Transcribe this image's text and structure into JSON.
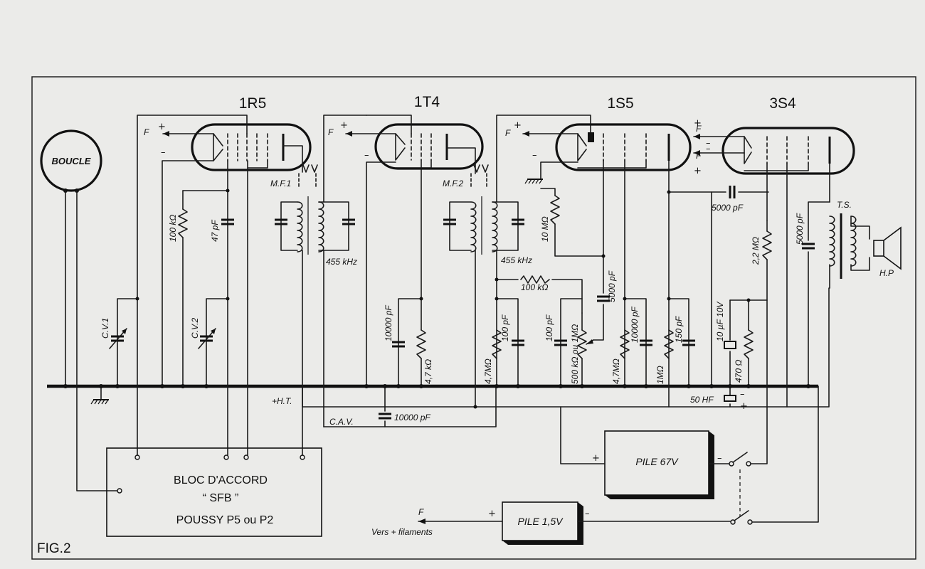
{
  "figure_label": "FIG.2",
  "tubes": {
    "t1": "1R5",
    "t2": "1T4",
    "t3": "1S5",
    "t4": "3S4"
  },
  "loop_antenna": "BOUCLE",
  "tuning_block": {
    "line1": "BLOC  D'ACCORD",
    "line2": "“ SFB ”",
    "line3": "POUSSY  P5 ou P2"
  },
  "batteries": {
    "ht": "PILE 67V",
    "filament": "PILE 1,5V"
  },
  "filament_note": "Vers + filaments",
  "signs": {
    "plus": "+",
    "minus": "–",
    "F": "F"
  },
  "transformers": {
    "if1": "M.F.1",
    "if2": "M.F.2",
    "if_freq": "455 kHz",
    "output": "T.S.",
    "speaker": "H.P"
  },
  "rails": {
    "ht": "+H.T.",
    "agc": "C.A.V."
  },
  "variable_caps": {
    "cv1": "C.V.1",
    "cv2": "C.V.2"
  },
  "components": {
    "r_100k_1": "100 kΩ",
    "c_47p": "47 pF",
    "c_10000p_a": "10000 pF",
    "r_4k7": "4,7 kΩ",
    "c_10000p_cav": "10000 pF",
    "r_4m7_a": "4,7MΩ",
    "c_100p_a": "100 pF",
    "r_100k_2": "100 kΩ",
    "c_100p_b": "100 pF",
    "pot": "500 kΩ ou 1MΩ",
    "c_5000p_a": "5000 pF",
    "r_10m": "10 MΩ",
    "r_4m7_b": "4,7MΩ",
    "c_10000p_b": "10000 pF",
    "r_1m": "1MΩ",
    "c_150p": "150 pF",
    "c_5000p_b": "5000 pF",
    "r_2m2": "2,2 MΩ",
    "c_10u": "10 µF 10V",
    "r_470": "470 Ω",
    "c_50hf": "50 HF",
    "c_5000p_c": "5000 pF"
  }
}
